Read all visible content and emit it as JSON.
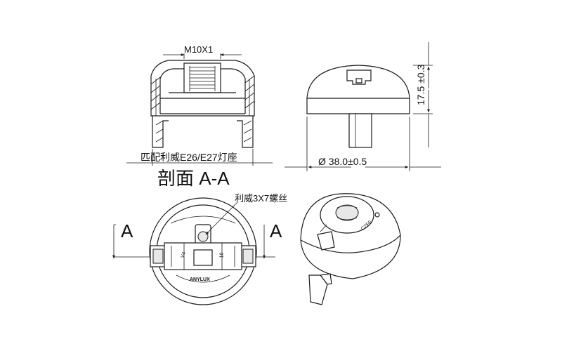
{
  "labels": {
    "thread_spec": "M10X1",
    "fits_socket": "匹配利威E26/E27灯座",
    "section_title": "剖面 A-A",
    "diameter_dim": "Ø 38.0±0.5",
    "height_dim": "17.5 ±0.3",
    "screw_spec": "利威3X7螺丝",
    "section_mark_left": "A",
    "section_mark_right": "A",
    "brand_text": "ANYLUX",
    "part_mark_left": "V4",
    "part_mark_right": "10",
    "iso_mark": "CZFE"
  }
}
